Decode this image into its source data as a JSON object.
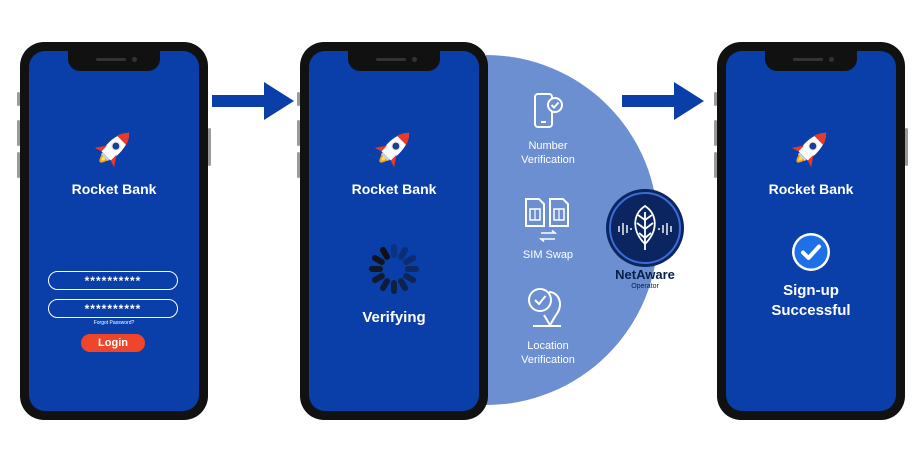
{
  "screens": [
    {
      "brand": "Rocket Bank",
      "password_1": "**********",
      "password_2": "**********",
      "forgot_link": "Forgot Password?",
      "login_button": "Login"
    },
    {
      "brand": "Rocket Bank",
      "status": "Verifying"
    },
    {
      "brand": "Rocket Bank",
      "status_line1": "Sign-up",
      "status_line2": "Successful"
    }
  ],
  "checks": [
    {
      "line1": "Number",
      "line2": "Verification",
      "icon": "phone-check-icon"
    },
    {
      "line1": "SIM Swap",
      "line2": "",
      "icon": "sim-swap-icon"
    },
    {
      "line1": "Location",
      "line2": "Verification",
      "icon": "location-check-icon"
    }
  ],
  "netaware": {
    "name": "NetAware",
    "subtitle": "Operator",
    "icon": "netaware-logo-icon"
  },
  "colors": {
    "screen_blue": "#0a3ea8",
    "arrow_blue": "#0a3ea8",
    "panel_blue": "#6b8fd0",
    "login_red": "#f0452a",
    "success_blue": "#1e6fe8",
    "badge_navy": "#0a2560"
  }
}
